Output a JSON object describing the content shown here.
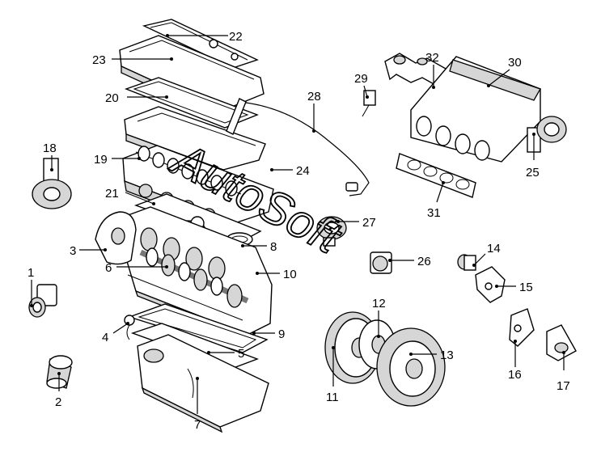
{
  "watermark": "AutoSoft",
  "callouts": [
    {
      "id": "c1",
      "label": "1"
    },
    {
      "id": "c2",
      "label": "2"
    },
    {
      "id": "c3",
      "label": "3"
    },
    {
      "id": "c4",
      "label": "4"
    },
    {
      "id": "c5",
      "label": "5"
    },
    {
      "id": "c6",
      "label": "6"
    },
    {
      "id": "c7",
      "label": "7"
    },
    {
      "id": "c8",
      "label": "8"
    },
    {
      "id": "c9",
      "label": "9"
    },
    {
      "id": "c10",
      "label": "10"
    },
    {
      "id": "c11",
      "label": "11"
    },
    {
      "id": "c12",
      "label": "12"
    },
    {
      "id": "c13",
      "label": "13"
    },
    {
      "id": "c14",
      "label": "14"
    },
    {
      "id": "c15",
      "label": "15"
    },
    {
      "id": "c16",
      "label": "16"
    },
    {
      "id": "c17",
      "label": "17"
    },
    {
      "id": "c18",
      "label": "18"
    },
    {
      "id": "c19",
      "label": "19"
    },
    {
      "id": "c20",
      "label": "20"
    },
    {
      "id": "c21",
      "label": "21"
    },
    {
      "id": "c22",
      "label": "22"
    },
    {
      "id": "c23",
      "label": "23"
    },
    {
      "id": "c24",
      "label": "24"
    },
    {
      "id": "c25",
      "label": "25"
    },
    {
      "id": "c26",
      "label": "26"
    },
    {
      "id": "c27",
      "label": "27"
    },
    {
      "id": "c28",
      "label": "28"
    },
    {
      "id": "c29",
      "label": "29"
    },
    {
      "id": "c30",
      "label": "30"
    },
    {
      "id": "c31",
      "label": "31"
    },
    {
      "id": "c32",
      "label": "32"
    }
  ]
}
